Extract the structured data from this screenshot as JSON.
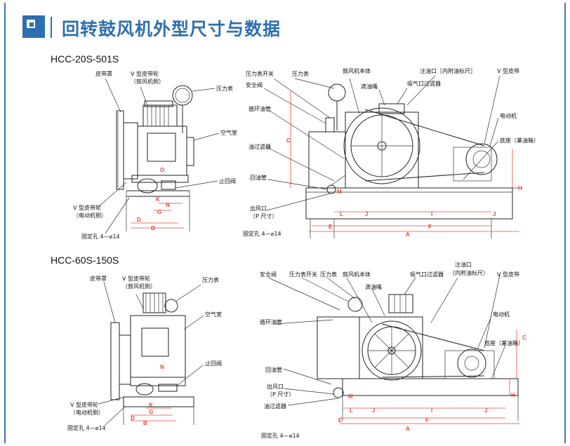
{
  "header": {
    "title": "回转鼓风机外型尺寸与数据"
  },
  "models": {
    "top": "HCC-20S-501S",
    "bottom": "HCC-60S-150S"
  },
  "top_side": {
    "belt_cover": "皮带罩",
    "v_pulley_blower_1": "V 型皮带轮",
    "v_pulley_blower_2": "（鼓风机侧）",
    "pressure_gauge": "压力表",
    "air_chamber": "空气室",
    "check_valve": "止回阀",
    "v_pulley_motor_1": "V 型皮带轮",
    "v_pulley_motor_2": "（电动机侧）",
    "fixing_hole": "固定孔 4—⌀14"
  },
  "top_front": {
    "gauge_switch": "压力表开关",
    "pressure_gauge": "压力表",
    "blower_body": "鼓风机本体",
    "oil_inlet": "注油口［内附油标尺］",
    "v_belt": "V 型皮带",
    "safety_valve": "安全阀",
    "oil_drip": "滴油嘴",
    "intake_filter": "吸气口过滤器",
    "circ_pipe": "循环油管",
    "motor": "电动机",
    "oil_filter": "油过滤器",
    "base": "底座（兼油箱）",
    "return_pipe": "回油管",
    "outlet_1": "出风口",
    "outlet_2": "（P 尺寸）",
    "fixing_hole": "固定孔 4—⌀14"
  },
  "bottom_side": {
    "belt_cover": "皮带罩",
    "v_pulley_blower_1": "V 型皮带轮",
    "v_pulley_blower_2": "（鼓风机侧）",
    "pressure_gauge": "压力表",
    "air_chamber": "空气室",
    "check_valve": "止回阀",
    "v_pulley_motor_1": "V 型皮带轮",
    "v_pulley_motor_2": "（电动机侧）",
    "fixing_hole": "固定孔 4—⌀14"
  },
  "bottom_front": {
    "safety_valve": "安全阀",
    "gauge_switch": "压力表开关",
    "pressure_gauge": "压力表",
    "blower_body": "鼓风机本体",
    "oil_drip": "滴油嘴",
    "intake_filter": "吸气口过滤器",
    "oil_inlet_1": "注油口",
    "oil_inlet_2": "（内附油标尺）",
    "v_belt": "V 型皮带",
    "circ_pipe": "循环油管",
    "motor": "电动机",
    "base": "底座（兼油箱）",
    "return_pipe": "回油管",
    "outlet_1": "出风口",
    "outlet_2": "（P 尺寸）",
    "oil_filter": "油过滤器",
    "fixing_hole": "固定孔 4—⌀14"
  },
  "dims": {
    "A": "A",
    "B": "B",
    "C": "C",
    "D": "D",
    "E": "E",
    "F": "F",
    "G": "G",
    "H": "H",
    "I": "I",
    "J": "J",
    "K": "K",
    "L": "L",
    "M": "M",
    "N": "N",
    "O": "O"
  }
}
